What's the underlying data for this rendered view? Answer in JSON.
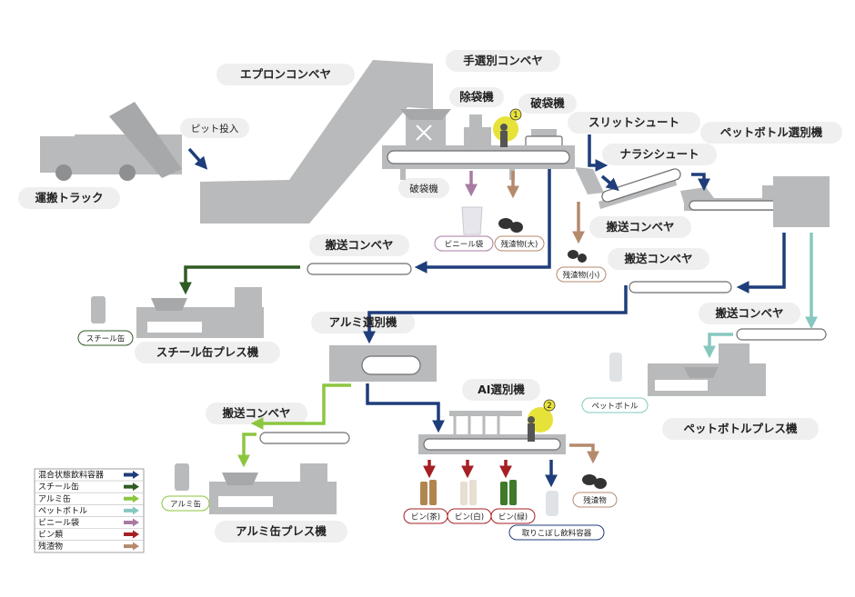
{
  "colors": {
    "mixed": "#1e3d7a",
    "steel": "#2f5b22",
    "aluminum": "#8cc63f",
    "pet": "#86c8c0",
    "vinyl": "#a87ba4",
    "bottles": "#a51f24",
    "residue": "#b48a6d",
    "machine": "#b9babc",
    "accent_yellow": "#e7e23a"
  },
  "labels": {
    "truck": "運搬トラック",
    "pit": "ピット投入",
    "apron": "エプロンコンベヤ",
    "hand_sort": "手選別コンベヤ",
    "bag_remover": "除袋機",
    "bag_breaker_top": "破袋機",
    "bag_breaker_bottom": "破袋機",
    "slit_chute": "スリットシュート",
    "narashi_chute": "ナラシシュート",
    "pet_sorter": "ペットボトル選別機",
    "conveyor_1": "搬送コンベヤ",
    "conveyor_2": "搬送コンベヤ",
    "conveyor_3": "搬送コンベヤ",
    "conveyor_4": "搬送コンベヤ",
    "conveyor_5": "搬送コンベヤ",
    "aluminum_sorter": "アルミ選別機",
    "ai_sorter": "AI選別機",
    "steel_press": "スチール缶プレス機",
    "aluminum_press": "アルミ缶プレス機",
    "pet_press": "ペットボトルプレス機"
  },
  "badges": {
    "vinyl_bag": "ビニール袋",
    "residue_large": "残渣物(大)",
    "residue_small": "残渣物(小)",
    "steel_can": "スチール缶",
    "aluminum_can": "アルミ缶",
    "pet_bottle": "ペットボトル",
    "bottle_brown": "ビン(茶)",
    "bottle_white": "ビン(白)",
    "bottle_green": "ビン(緑)",
    "missed_containers": "取りこぼし飲料容器",
    "residue": "残渣物"
  },
  "markers": {
    "worker_1": "1",
    "worker_2": "2"
  },
  "legend": [
    {
      "label": "混合状態飲料容器",
      "color": "#1e3d7a"
    },
    {
      "label": "スチール缶",
      "color": "#2f5b22"
    },
    {
      "label": "アルミ缶",
      "color": "#8cc63f"
    },
    {
      "label": "ペットボトル",
      "color": "#86c8c0"
    },
    {
      "label": "ビニール袋",
      "color": "#a87ba4"
    },
    {
      "label": "ビン類",
      "color": "#a51f24"
    },
    {
      "label": "残渣物",
      "color": "#b48a6d"
    }
  ]
}
